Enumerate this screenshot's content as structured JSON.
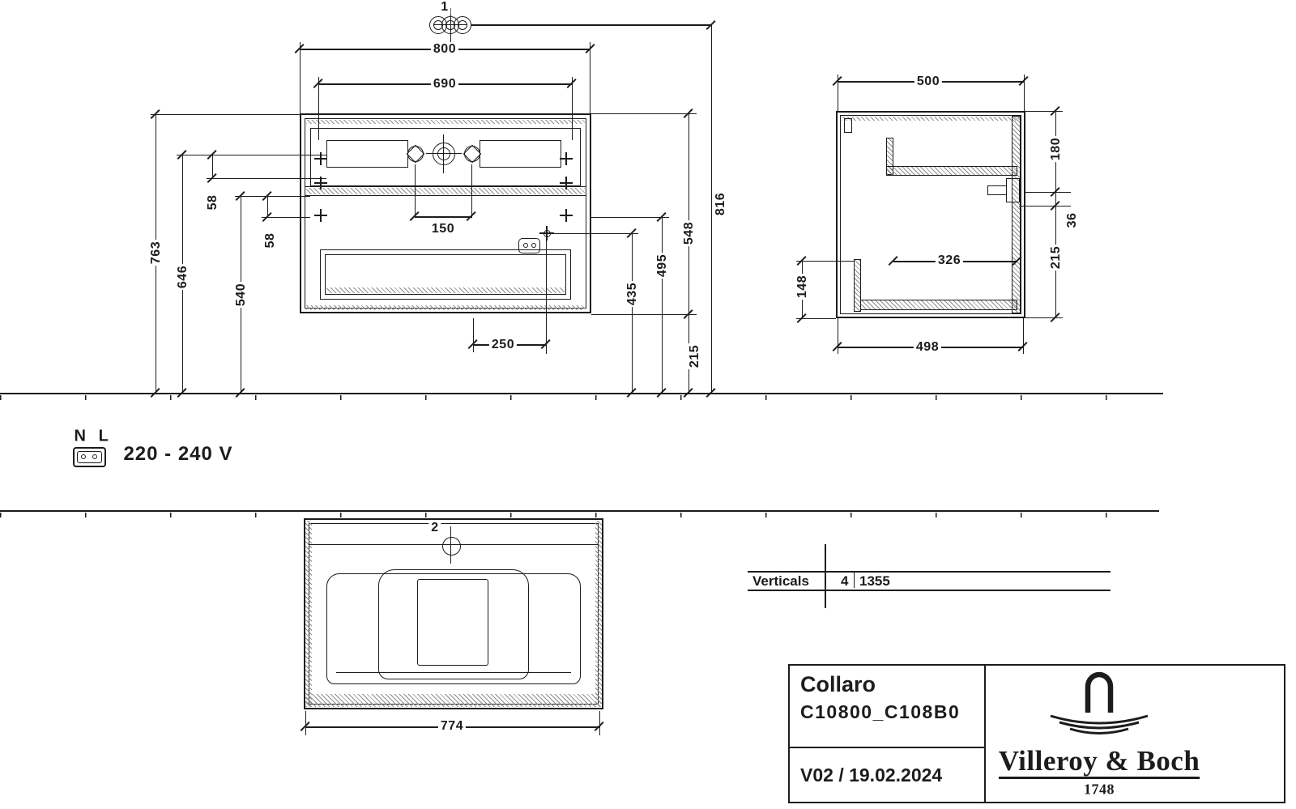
{
  "front_view": {
    "marker": "1",
    "dim_width_outer": "800",
    "dim_width_inner": "690",
    "dim_tap_spacing": "150",
    "dim_socket_offset": "250",
    "dim_h_763": "763",
    "dim_h_646": "646",
    "dim_h_540": "540",
    "dim_h_58_upper": "58",
    "dim_h_58_lower": "58",
    "dim_h_435": "435",
    "dim_h_495": "495",
    "dim_h_548": "548",
    "dim_h_215": "215",
    "dim_h_816": "816"
  },
  "side_view": {
    "dim_depth_top": "500",
    "dim_depth_bottom": "498",
    "dim_inner_width": "326",
    "dim_h_148": "148",
    "dim_h_180": "180",
    "dim_h_36": "36",
    "dim_h_215": "215"
  },
  "bottom_view": {
    "marker": "2",
    "dim_width": "774"
  },
  "electrical": {
    "neutral": "N",
    "line": "L",
    "voltage": "220 - 240 V"
  },
  "verticals_table": {
    "label": "Verticals",
    "count": "4",
    "value": "1355"
  },
  "title_block": {
    "series": "Collaro",
    "product_code": "C10800_C108B0",
    "version_date": "V02 / 19.02.2024",
    "brand": "Villeroy & Boch",
    "brand_year": "1748"
  }
}
